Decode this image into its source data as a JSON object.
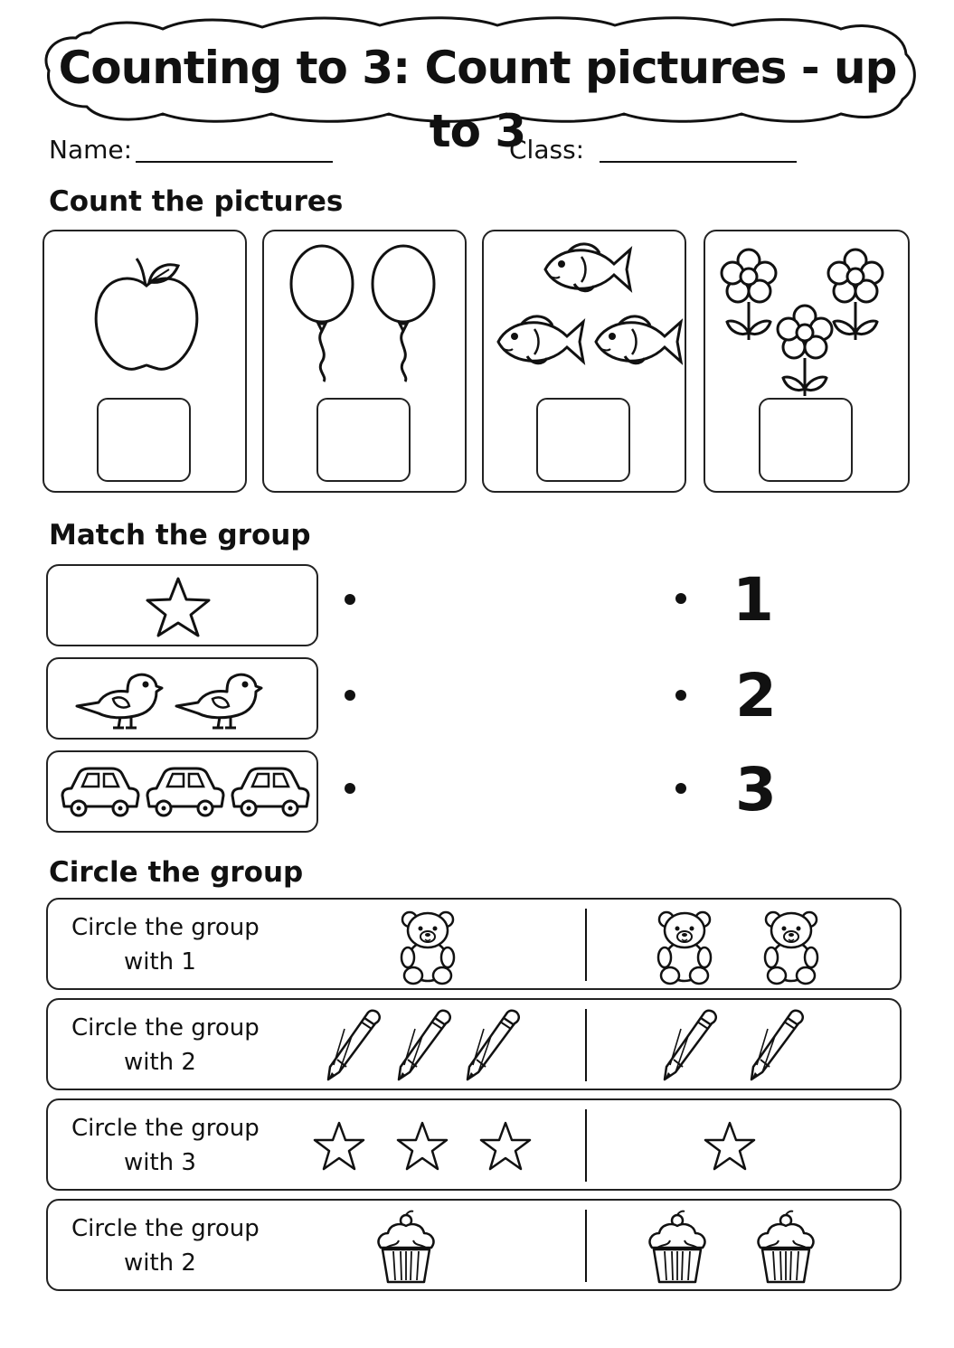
{
  "title": "Counting to 3: Count pictures - up to 3",
  "header": {
    "name_label": "Name:",
    "class_label": "Class:"
  },
  "count_section": {
    "heading": "Count the pictures",
    "cards": [
      {
        "icon": "apple-icon",
        "count": 1
      },
      {
        "icon": "balloon-icon",
        "count": 2
      },
      {
        "icon": "fish-icon",
        "count": 3
      },
      {
        "icon": "flower-icon",
        "count": 3
      }
    ]
  },
  "match_section": {
    "heading": "Match the group",
    "groups": [
      {
        "icon": "star-icon",
        "count": 1
      },
      {
        "icon": "bird-icon",
        "count": 2
      },
      {
        "icon": "car-icon",
        "count": 3
      }
    ],
    "numbers": [
      "1",
      "2",
      "3"
    ]
  },
  "circle_section": {
    "heading": "Circle the group",
    "rows": [
      {
        "line1": "Circle the group",
        "line2": "with 1",
        "icon": "teddy-bear-icon",
        "left_count": 1,
        "right_count": 2
      },
      {
        "line1": "Circle the group",
        "line2": "with 2",
        "icon": "pencil-icon",
        "left_count": 3,
        "right_count": 2
      },
      {
        "line1": "Circle the group",
        "line2": "with 3",
        "icon": "star-icon",
        "left_count": 3,
        "right_count": 1
      },
      {
        "line1": "Circle the group",
        "line2": "with 2",
        "icon": "cupcake-icon",
        "left_count": 1,
        "right_count": 2
      }
    ]
  }
}
